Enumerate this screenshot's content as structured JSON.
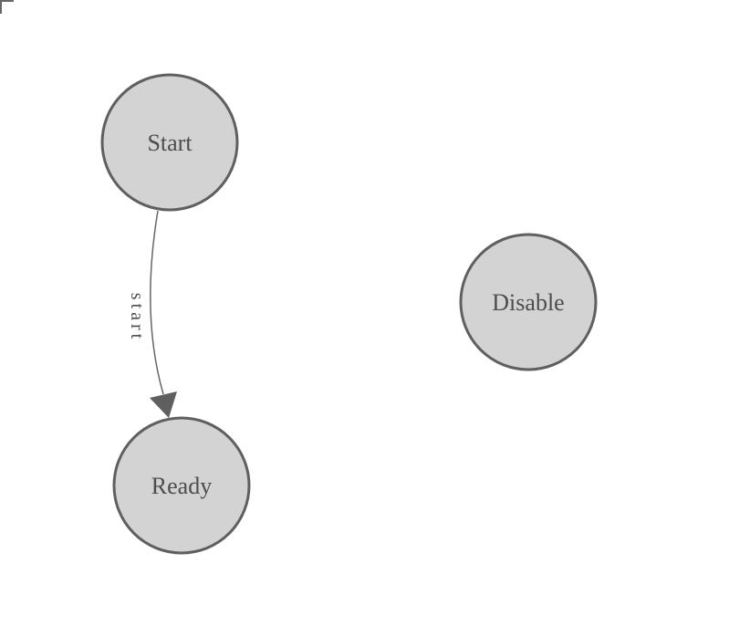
{
  "nodes": [
    {
      "id": "start",
      "label": "Start"
    },
    {
      "id": "ready",
      "label": "Ready"
    },
    {
      "id": "disable",
      "label": "Disable"
    }
  ],
  "edges": [
    {
      "from": "start",
      "to": "ready",
      "label": "start"
    }
  ],
  "colors": {
    "background": "#ffffff",
    "node_fill": "#d3d3d3",
    "node_stroke": "#5f5f5f",
    "node_label": "#4d4d4d",
    "edge_stroke": "#666666",
    "arrow_fill": "#5f5f5f",
    "edge_label": "#4d4d4d",
    "marker": "#666666"
  }
}
